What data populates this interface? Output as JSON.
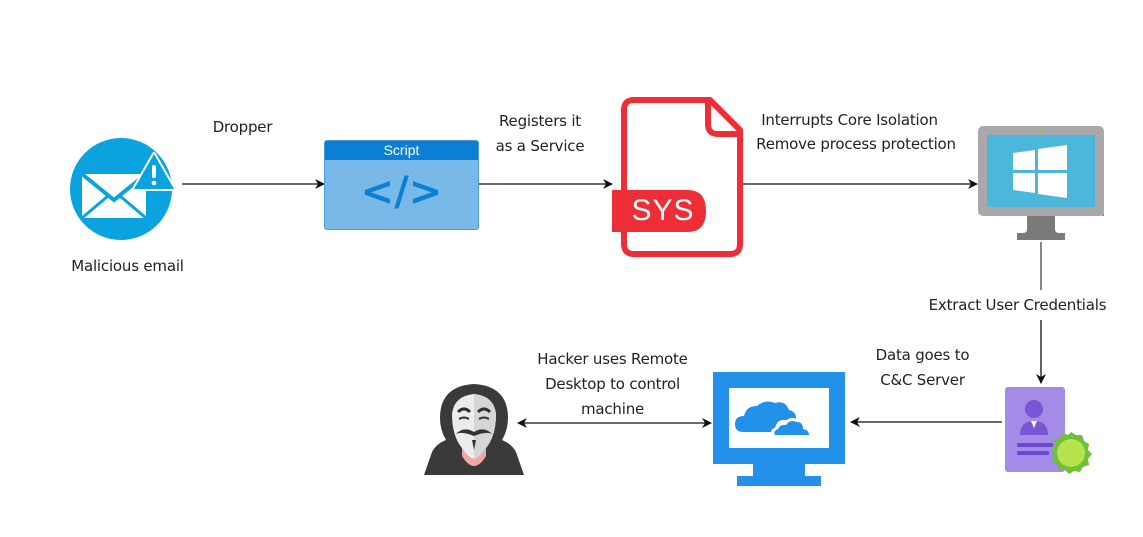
{
  "diagram": {
    "nodes": {
      "email": {
        "label": "Malicious email",
        "icon": "email-warning-icon",
        "color": "#0aa3df"
      },
      "script": {
        "title": "Script",
        "glyph": "</>",
        "icon": "code-icon",
        "header_color": "#0b7fd4",
        "body_color": "#79b9e8"
      },
      "sys": {
        "badge": "SYS",
        "icon": "sys-file-icon",
        "color": "#ee2e36"
      },
      "windows_pc": {
        "icon": "windows-monitor-icon",
        "screen_color": "#4db7db",
        "frame_color": "#9e9e9e"
      },
      "credentials": {
        "icon": "credential-card-icon",
        "card_color": "#a58be8",
        "seal_color": "#7ccd3a"
      },
      "cloud_pc": {
        "icon": "cloud-monitor-icon",
        "color": "#2390ea"
      },
      "hacker": {
        "icon": "hacker-mask-icon",
        "color": "#3a3a3a"
      }
    },
    "edges": {
      "dropper": {
        "label": "Dropper"
      },
      "registers": {
        "line1": "Registers it",
        "line2": "as a Service"
      },
      "interrupts": {
        "line1": "Interrupts Core Isolation",
        "line2": "Remove process protection"
      },
      "extract": {
        "label": "Extract User Credentials"
      },
      "data_goes": {
        "line1": "Data goes to",
        "line2": "C&C Server"
      },
      "remote": {
        "line1": "Hacker uses Remote",
        "line2": "Desktop to control",
        "line3": "machine"
      }
    }
  }
}
